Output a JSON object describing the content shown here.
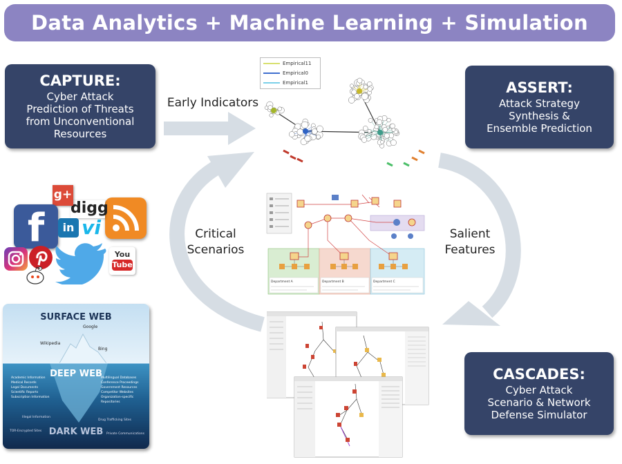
{
  "banner": {
    "title": "Data Analytics + Machine Learning + Simulation"
  },
  "boxes": {
    "capture": {
      "title": "CAPTURE:",
      "lines": [
        "Cyber Attack",
        "Prediction of Threats",
        "from Unconventional",
        "Resources"
      ]
    },
    "assert": {
      "title": "ASSERT:",
      "lines": [
        "Attack Strategy",
        "Synthesis &",
        "Ensemble Prediction"
      ]
    },
    "cascades": {
      "title": "CASCADES:",
      "lines": [
        "Cyber Attack",
        "Scenario & Network",
        "Defense Simulator"
      ]
    }
  },
  "flow_labels": {
    "early_indicators": "Early Indicators",
    "critical": [
      "Critical",
      "Scenarios"
    ],
    "salient": [
      "Salient",
      "Features"
    ]
  },
  "graph_legend": [
    "Empirical11",
    "Empirical0",
    "Empirical1"
  ],
  "social_icons": {
    "gplus": "g+",
    "digg": "digg",
    "facebook": "f",
    "linkedin": "in",
    "vimeo": "vi",
    "youtube": [
      "You",
      "Tube"
    ]
  },
  "iceberg": {
    "surface": "SURFACE WEB",
    "deep": "DEEP WEB",
    "dark": "DARK WEB",
    "surface_labels": [
      "Google",
      "Wikipedia",
      "Bing"
    ],
    "deep_left": [
      "Academic Information",
      "Medical Records",
      "Legal Documents",
      "Scientific Reports",
      "Subscription Information"
    ],
    "deep_right": [
      "Multilingual Databases",
      "Conference Proceedings",
      "Government Resources",
      "Competitor Websites",
      "Organization-specific",
      "Repositories"
    ],
    "dark_labels": [
      "Illegal Information",
      "Drug Trafficking Sites",
      "TOR-Encrypted Sites",
      "Private Communications"
    ]
  },
  "departments": [
    "Department A",
    "Department B",
    "Department C"
  ],
  "colors": {
    "banner": "#8c84c2",
    "box": "#354468",
    "arrow": "#d6dde4",
    "legend": [
      "#d8e070",
      "#3f6fcf",
      "#7ad0e8"
    ],
    "dept": [
      "#d9edd2",
      "#f6d9cf",
      "#d5ecf4"
    ]
  }
}
